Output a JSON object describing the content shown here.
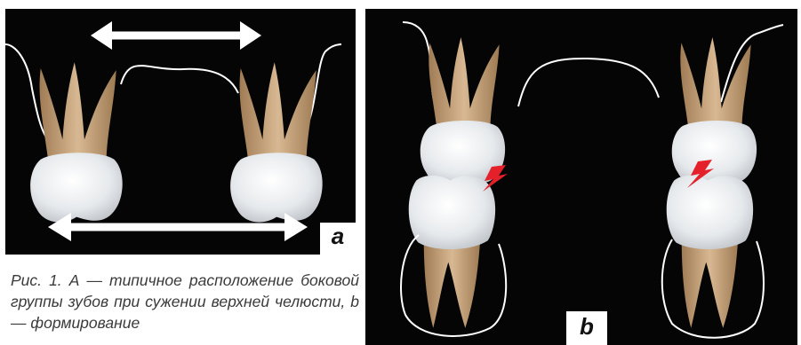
{
  "figure": {
    "panel_a_label": "a",
    "panel_b_label": "b",
    "caption": "Рис. 1. А — типичное расположение боковой группы зубов при сужении верхней челюсти, b — формирование"
  },
  "colors": {
    "background": "#050505",
    "outline": "#ffffff",
    "arrow": "#ffffff",
    "enamel": "#e9ecef",
    "root": "#c9a57e",
    "lightning": "#e4202a"
  },
  "icons": {
    "arrow_top": "double-arrow",
    "arrow_bottom": "double-arrow",
    "contact_marks": "lightning-bolt"
  }
}
